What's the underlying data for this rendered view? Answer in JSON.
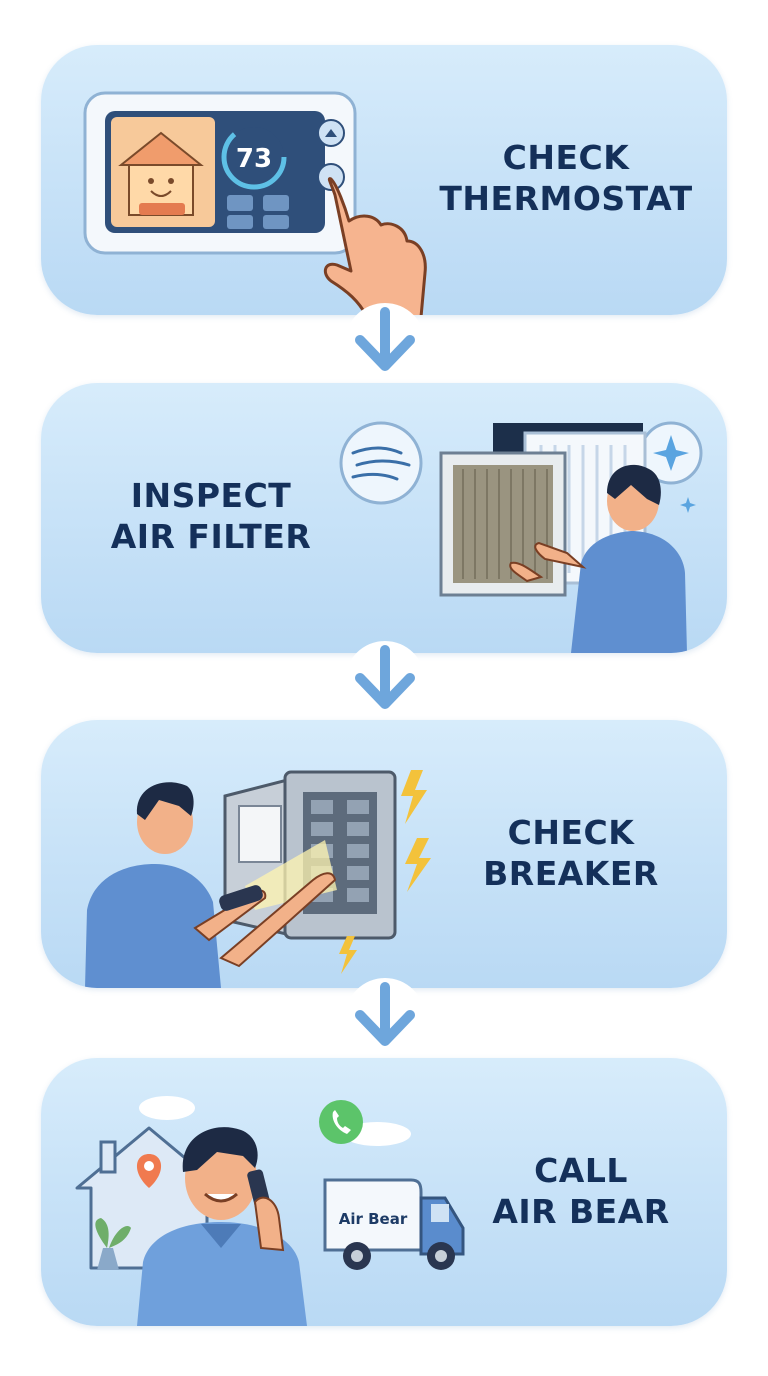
{
  "steps": [
    {
      "line1": "CHECK",
      "line2": "THERMOSTAT"
    },
    {
      "line1": "INSPECT",
      "line2": "AIR FILTER"
    },
    {
      "line1": "CHECK",
      "line2": "BREAKER"
    },
    {
      "line1": "CALL",
      "line2": "AIR BEAR"
    }
  ],
  "thermostat": {
    "temperature": "73"
  },
  "van": {
    "brand": "Air Bear"
  },
  "colors": {
    "card": "#c9e3f8",
    "text": "#14305a",
    "arrow": "#6ea6dc",
    "accent": "#f3c23b"
  }
}
